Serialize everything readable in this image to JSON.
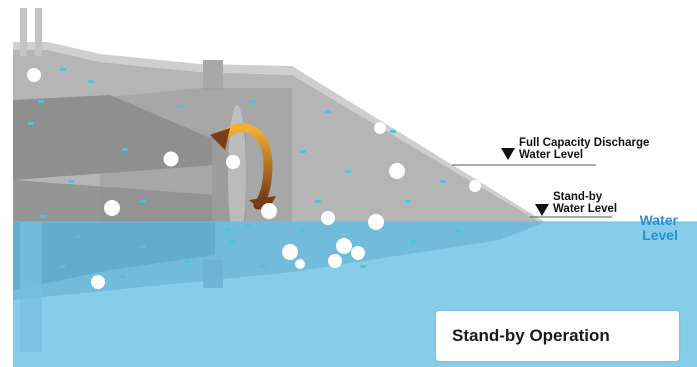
{
  "labels": {
    "full_capacity_line1": "Full Capacity Discharge",
    "full_capacity_line2": "Water Level",
    "standby_line1": "Stand-by",
    "standby_line2": "Water Level",
    "water_line1": "Water",
    "water_line2": "Level"
  },
  "operation_box": {
    "title": "Stand-by Operation"
  },
  "colors": {
    "structure": "#b3b3b3",
    "structure_dark": "#8e8e8e",
    "water": "#86cdea",
    "water_deep": "#5fb6dc",
    "particles": "#4fc4d8",
    "arrow_orange": "#f0a030",
    "arrow_brown": "#7a3d1a",
    "water_label": "#2a8fd0"
  }
}
